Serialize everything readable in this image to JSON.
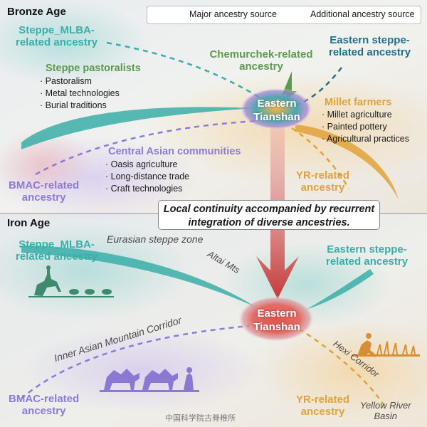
{
  "legend": {
    "major": "Major ancestry source",
    "additional": "Additional ancestry source"
  },
  "bronze": {
    "title": "Bronze Age",
    "steppe_mlba": [
      "Steppe_MLBA-",
      "related ancestry"
    ],
    "chemurchek": [
      "Chemurchek-related",
      "ancestry"
    ],
    "eastern_steppe": [
      "Eastern steppe-",
      "related ancestry"
    ],
    "hub": [
      "Eastern",
      "Tianshan"
    ],
    "steppe_pastoralists": {
      "title": "Steppe pastoralists",
      "items": [
        "Pastoralism",
        "Metal technologies",
        "Burial traditions"
      ]
    },
    "millet_farmers": {
      "title": "Millet farmers",
      "items": [
        "Millet agriculture",
        "Painted pottery",
        "Agricultural practices"
      ]
    },
    "central_asian": {
      "title": "Central Asian communities",
      "items": [
        "Oasis agriculture",
        "Long-distance trade",
        "Craft technologies"
      ]
    },
    "bmac": [
      "BMAC-related",
      "ancestry"
    ],
    "yr": [
      "YR-related",
      "ancestry"
    ]
  },
  "center_message": [
    "Local continuity accompanied by recurrent",
    "integration of diverse ancestries."
  ],
  "iron": {
    "title": "Iron Age",
    "steppe_mlba": [
      "Steppe_MLBA-",
      "related ancestry"
    ],
    "eastern_steppe": [
      "Eastern steppe-",
      "related ancestry"
    ],
    "hub": [
      "Eastern",
      "Tianshan"
    ],
    "bmac": [
      "BMAC-related",
      "ancestry"
    ],
    "yr": [
      "YR-related",
      "ancestry"
    ],
    "eurasian_steppe_zone": "Eurasian steppe zone",
    "altai": "Altai Mts",
    "inner_asian_corridor": "Inner Asian Mountain Corridor",
    "hexi": "Hexi Corridor",
    "yellow_river": [
      "Yellow River",
      "Basin"
    ]
  },
  "watermark": "中国科学院古脊椎所",
  "colors": {
    "teal": "#3aaea8",
    "navy": "#1f6e8c",
    "green": "#5a9a4c",
    "orange": "#e0a23a",
    "purple": "#8c7ad8",
    "red_arrow": "#c83a3a"
  }
}
